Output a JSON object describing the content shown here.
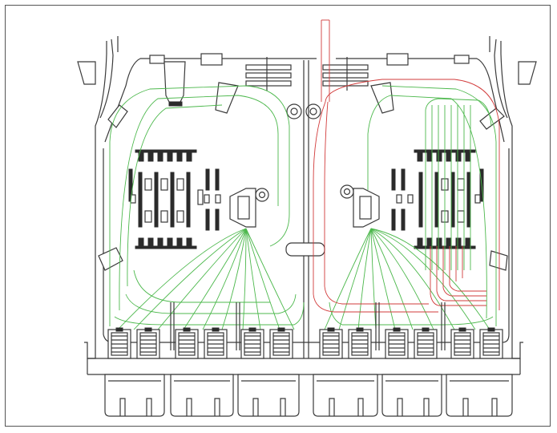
{
  "diagram": {
    "subject": "fiber-splice-tray-line-drawing",
    "colors": {
      "outline": "#3a3a3a",
      "fiber_green": "#4cb84c",
      "fiber_red": "#d23b3b",
      "background": "#ffffff",
      "frame_border": "#555555"
    },
    "adapter_count": 12,
    "cable_entry_count": 6
  }
}
